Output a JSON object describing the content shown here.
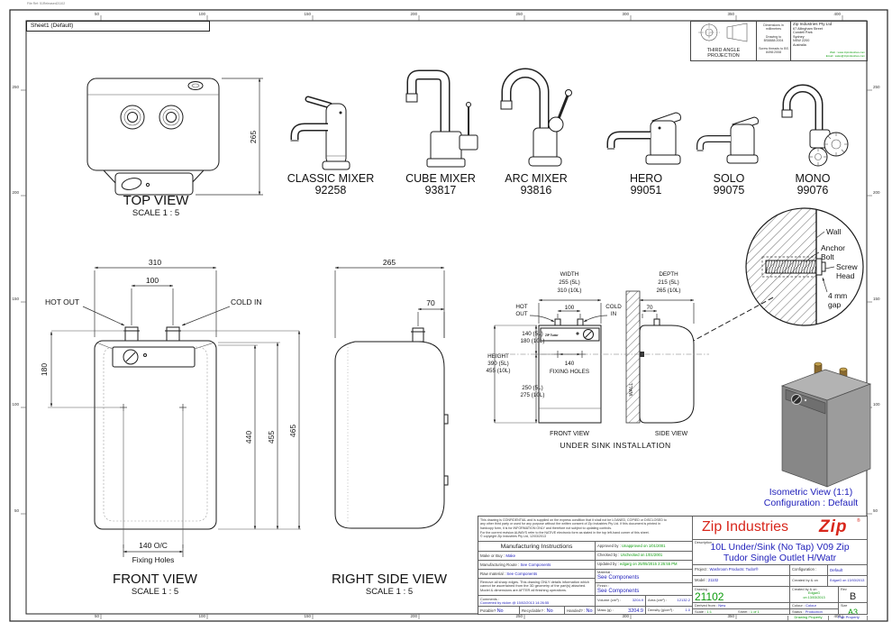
{
  "page": {
    "file_ref": "File Ref: 51Released21102",
    "sheet_tab": "Sheet1 (Default)"
  },
  "colors": {
    "value_blue": "#2222bb",
    "approval_green": "#0a9b0a",
    "zip_red": "#d8271c"
  },
  "rulers": {
    "top": [
      "50",
      "100",
      "150",
      "200",
      "250",
      "300",
      "350",
      "400"
    ],
    "bottom": [
      "50",
      "100",
      "150",
      "200",
      "250",
      "300",
      "350",
      "400"
    ],
    "left": [
      "250",
      "200",
      "150",
      "100",
      "50"
    ],
    "right": [
      "250",
      "200",
      "150",
      "100",
      "50"
    ]
  },
  "projection": {
    "title1": "THIRD ANGLE",
    "title2": "PROJECTION",
    "std1": "Dimensions in millimetres",
    "std2": "Drawing to BS8888:2004",
    "std3": "Screw threads to BS 8498:2008"
  },
  "company": {
    "name": "Zip Industries Pty Ltd",
    "addr1": "67 Allingham Street",
    "addr2": "Condell Park",
    "addr3": "Sydney",
    "addr4": "NSW 2200",
    "addr5": "Australia",
    "web": "Web : www.zipindustries.com",
    "email": "Email : sales@zipindustries.com"
  },
  "products": [
    {
      "name": "CLASSIC MIXER",
      "code": "92258"
    },
    {
      "name": "CUBE MIXER",
      "code": "93817"
    },
    {
      "name": "ARC MIXER",
      "code": "93816"
    },
    {
      "name": "HERO",
      "code": "99051"
    },
    {
      "name": "SOLO",
      "code": "99075"
    },
    {
      "name": "MONO",
      "code": "99076"
    }
  ],
  "top_view": {
    "title": "TOP VIEW",
    "scale": "SCALE 1 : 5",
    "depth": "265"
  },
  "front_view": {
    "title": "FRONT VIEW",
    "scale": "SCALE 1 : 5",
    "width": "310",
    "ports": "100",
    "hot": "HOT OUT",
    "cold": "COLD IN",
    "upper": "180",
    "body": "440",
    "height": "455",
    "overall": "465",
    "fixing": "140 O/C",
    "fixing_label": "Fixing Holes"
  },
  "side_view": {
    "title": "RIGHT SIDE VIEW",
    "scale": "SCALE 1 : 5",
    "depth": "265",
    "port": "70"
  },
  "under_sink": {
    "title": "UNDER SINK INSTALLATION",
    "front_label": "FRONT VIEW",
    "side_label": "SIDE VIEW",
    "width_label": "WIDTH",
    "width_5l": "255 (5L)",
    "width_10l": "310 (10L)",
    "depth_label": "DEPTH",
    "depth_5l": "215 (5L)",
    "depth_10l": "265 (10L)",
    "hot1": "HOT",
    "hot2": "OUT",
    "cold1": "COLD",
    "cold2": "IN",
    "ports": "100",
    "port_back": "70",
    "upper_5l": "140 (5L)",
    "upper_10l": "180 (10L)",
    "height_label": "HEIGHT",
    "height_5l": "390 (5L)",
    "height_10l": "455 (10L)",
    "lower_5l": "250 (5L)",
    "lower_10l": "275 (10L)",
    "fixing": "140",
    "fixing_label": "FIXING HOLES",
    "wall": "WALL",
    "brand": "ZIP Tudor"
  },
  "detail": {
    "wall": "Wall",
    "anchor1": "Anchor",
    "anchor2": "Bolt",
    "screw1": "Screw",
    "screw2": "Head",
    "gap1": "4 mm",
    "gap2": "gap"
  },
  "isometric": {
    "title": "Isometric View (1:1)",
    "config": "Configuration : Default"
  },
  "title_block": {
    "confidential": [
      "This drawing is CONFIDENTIAL and is supplied on the express condition that it shall not be LOANED, COPIED or DISCLOSED to",
      "any other third party or used for any purpose without the written consent of Zip Industries Pty Ltd. If this document is printed in",
      "hardcopy form, it is for INFORMATION ONLY and therefore not subject to updating controls.",
      "For the current revision ALWAYS refer to the NATIVE electronic form as stated in the top left-hand corner of this sheet.",
      "© copyright Zip Industries Pty Ltd, 12/03/2013"
    ],
    "mfg_title": "Manufacturing Instructions",
    "make_label": "Make or Buy :",
    "make": "Make",
    "route_label": "Manufacturing Route :",
    "route": "See Components",
    "raw_label": "Raw material :",
    "raw": "See Components",
    "note": "Remove all sharp edges. This drawing ONLY details information which cannot be ascertained from the 3D geometry of the part(s) attached. Model & dimensions are AFTER all finishing operations.",
    "comments_label": "Comments :",
    "comments": "Converted by nickm @ 15/02/2013 14:26:55",
    "approved_label": "Approved by :",
    "approved": "Unapproved on 1/01/2001",
    "checked_label": "Checked by :",
    "checked": "Unchecked on 1/01/2001",
    "updated_label": "Updated by :",
    "updated": "edgarg on 25/05/2015 2:25:55 PM",
    "material_label": "Material :",
    "material": "See Components",
    "finish_label": "Finish :",
    "finish": "See Components",
    "volume_label": "Volume (cm³) :",
    "volume": "3204.9",
    "area_label": "Area (cm²) :",
    "area": "12132.2",
    "potable_label": "Potable?",
    "potable": "No",
    "recyclable_label": "Recyclable? :",
    "recyclable": "No",
    "handed_label": "Handed? :",
    "handed": "No",
    "mass_label": "Mass (g) :",
    "mass": "3204.9",
    "density_label": "Density (g/cm³) :",
    "density": "1.0",
    "brand": "Zip Industries",
    "logo": "Zip",
    "logo_reg": "®",
    "description_label": "Description :",
    "description1": "10L Under/Sink (No Tap) V09 Zip",
    "description2": "Tudor Single Outlet H/Watr",
    "project_label": "Project :",
    "project": "Washroom Products: Tudor®",
    "config_label": "Configuration :",
    "config": "Default",
    "model_label": "Model :",
    "model": "21102",
    "created_label": "Created by & on",
    "created": "EdgarG on 13/03/2013",
    "drawing_label": "Drawing :",
    "drawing": "21102",
    "created2_label": "Created by & on",
    "created2a": "EdgarG",
    "created2b": "on 13/03/2013",
    "rev_label": "Rev",
    "rev": "B",
    "derived_label": "Derived from :",
    "derived": "New",
    "scale_label": "Scale :",
    "scale": "1:1",
    "sheet_label": "Sheet :",
    "sheet": "1 of 1",
    "colour_label": "Colour :",
    "colour": "Colour",
    "status_label": "Status :",
    "status": "Production",
    "size_label": "Size",
    "size": "A3",
    "drawing_property": "Drawing Property",
    "part_property": "Part Property"
  }
}
